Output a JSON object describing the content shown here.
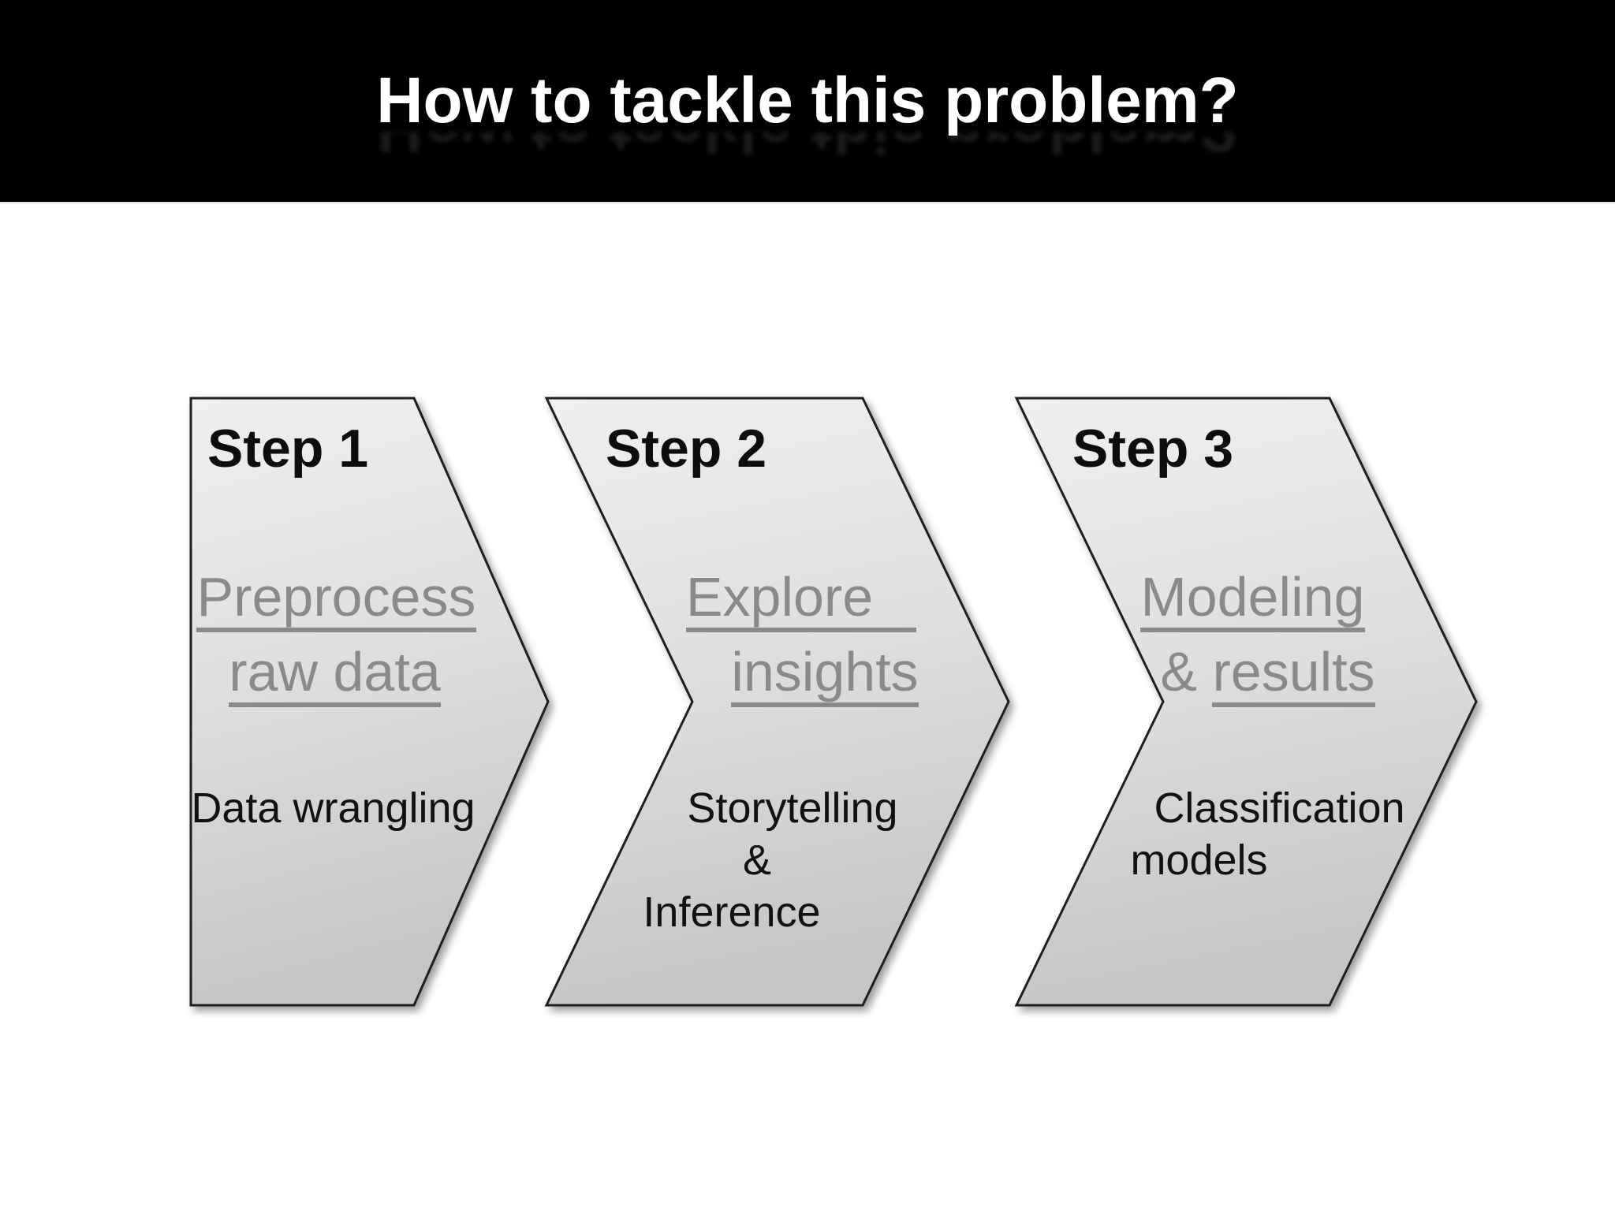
{
  "slide": {
    "title": "How to tackle this problem?"
  },
  "steps": [
    {
      "label": "Step 1",
      "heading_lines": [
        {
          "segments": [
            {
              "text": "Preprocess",
              "underline": true
            }
          ]
        },
        {
          "segments": [
            {
              "text": "raw data",
              "underline": true
            }
          ]
        }
      ],
      "body_lines": [
        "Data wrangling"
      ]
    },
    {
      "label": "Step 2",
      "heading_lines": [
        {
          "segments": [
            {
              "text": "Explore",
              "underline": true
            }
          ]
        },
        {
          "segments": [
            {
              "text": "insights",
              "underline": true
            }
          ]
        }
      ],
      "body_lines": [
        "Storytelling",
        "&",
        "Inference"
      ]
    },
    {
      "label": "Step 3",
      "heading_lines": [
        {
          "segments": [
            {
              "text": "Modeling",
              "underline": true
            }
          ]
        },
        {
          "segments": [
            {
              "text": "& ",
              "underline": false
            },
            {
              "text": "results",
              "underline": true
            }
          ]
        }
      ],
      "body_lines": [
        "Classification",
        "models"
      ]
    }
  ],
  "colors": {
    "header_bg": "#000000",
    "title_text": "#ffffff",
    "slide_bg": "#ffffff",
    "shape_fill_top": "#efefef",
    "shape_fill_mid": "#dedede",
    "shape_fill_bottom": "#c5c5c5",
    "shape_stroke": "#1f1f1f",
    "step_label_text": "#0d0d0d",
    "heading_text": "#8a8a8a",
    "body_text": "#111111"
  }
}
